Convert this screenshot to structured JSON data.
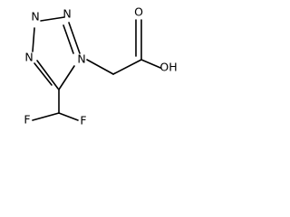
{
  "molecule": {
    "atoms": {
      "n1": "N",
      "n2": "N",
      "n3": "N",
      "n4": "N",
      "oh": "OH",
      "o": "O",
      "f1": "F",
      "f2": "F"
    }
  }
}
